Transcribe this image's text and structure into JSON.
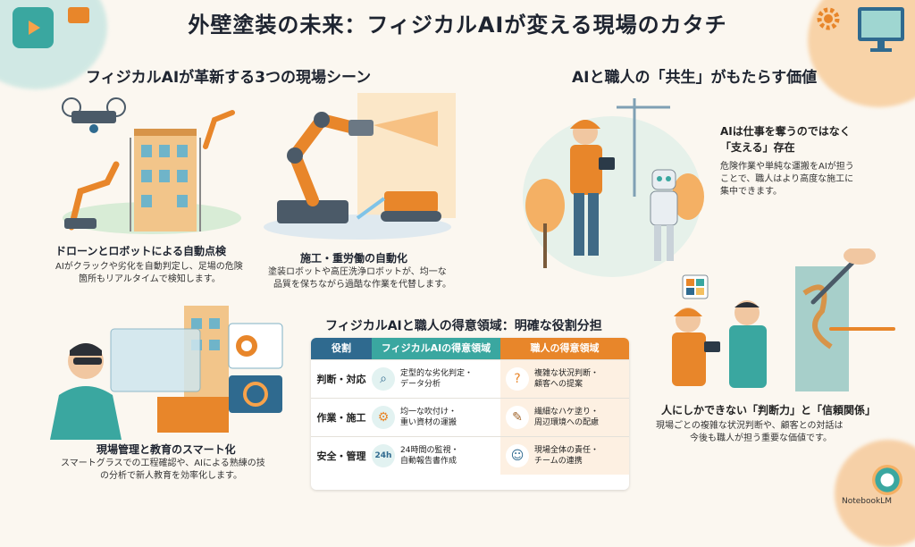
{
  "title": "外壁塗装の未来：フィジカルAIが変える現場のカタチ",
  "left_section": {
    "heading": "フィジカルAIが革新する3つの現場シーン",
    "scenes": [
      {
        "caption": "ドローンとロボットによる自動点検",
        "desc_1": "AIがクラックや劣化を自動判定し、足場の危険",
        "desc_2": "箇所もリアルタイムで検知します。"
      },
      {
        "caption": "施工・重労働の自動化",
        "desc_1": "塗装ロボットや高圧洗浄ロボットが、均一な",
        "desc_2": "品質を保ちながら過酷な作業を代替します。"
      },
      {
        "caption": "現場管理と教育のスマート化",
        "desc_1": "スマートグラスでの工程確認や、AIによる熟練の技",
        "desc_2": "の分析で新人教育を効率化します。"
      }
    ]
  },
  "right_section": {
    "heading": "AIと職人の「共生」がもたらす価値",
    "point1_title_1": "AIは仕事を奪うのではなく",
    "point1_title_2": "「支える」存在",
    "point1_desc_1": "危険作業や単純な運搬をAIが担う",
    "point1_desc_2": "ことで、職人はより高度な施工に",
    "point1_desc_3": "集中できます。",
    "point2_title": "人にしかできない「判断力」と「信頼関係」",
    "point2_desc_1": "現場ごとの複雑な状況判断や、顧客との対話は",
    "point2_desc_2": "今後も職人が担う重要な価値です。"
  },
  "table": {
    "heading": "フィジカルAIと職人の得意領域：明確な役割分担",
    "headers": [
      "役割",
      "フィジカルAIの得意領域",
      "職人の得意領域"
    ],
    "rows": [
      {
        "role": "判断・対応",
        "ai_1": "定型的な劣化判定・",
        "ai_2": "データ分析",
        "human_1": "複雑な状況判断・",
        "human_2": "顧客への提案"
      },
      {
        "role": "作業・施工",
        "ai_1": "均一な吹付け・",
        "ai_2": "重い資材の運搬",
        "human_1": "繊細なハケ塗り・",
        "human_2": "周辺環境への配慮"
      },
      {
        "role": "安全・管理",
        "ai_1": "24時間の監視・",
        "ai_2": "自動報告書作成",
        "human_1": "現場全体の責任・",
        "human_2": "チームの連携"
      }
    ],
    "badge_24h": "24h"
  },
  "brand": "NotebookLM",
  "colors": {
    "accent_blue": "#2f6a8f",
    "accent_orange": "#e8862a",
    "teal": "#3aa7a0"
  }
}
